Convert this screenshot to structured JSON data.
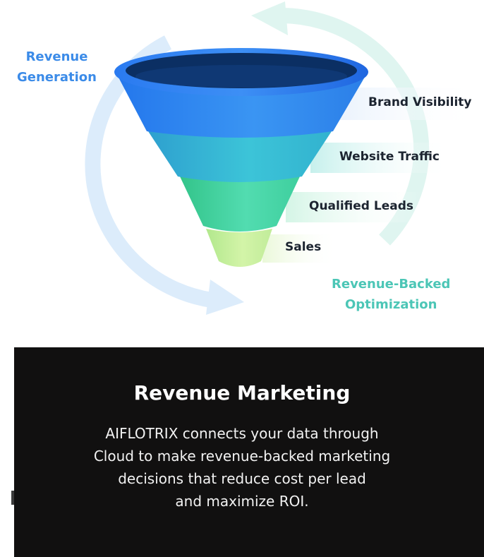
{
  "diagram": {
    "left_label": [
      "Revenue",
      "Generation"
    ],
    "right_label": [
      "Revenue-Backed",
      "Optimization"
    ],
    "stages": [
      {
        "label": "Brand Visibility",
        "color": "#2f8df0"
      },
      {
        "label": "Website Traffic",
        "color": "#34b7d6"
      },
      {
        "label": "Qualified Leads",
        "color": "#3fd3a6"
      },
      {
        "label": "Sales",
        "color": "#c6ef9a"
      }
    ],
    "colors": {
      "left_label": "#3b8be8",
      "right_label": "#4cc6b6",
      "funnel_rim": "#1f66e0",
      "funnel_opening": "#0b2f63",
      "cycle_arrow_left": "#dcecfb",
      "cycle_arrow_right": "#dff5f0"
    }
  },
  "card": {
    "title": "Revenue Marketing",
    "body_lines": [
      "AIFLOTRIX connects your data through",
      "Cloud to make revenue-backed marketing",
      "decisions that reduce cost per lead",
      "and maximize ROI."
    ],
    "background": "#111010"
  }
}
